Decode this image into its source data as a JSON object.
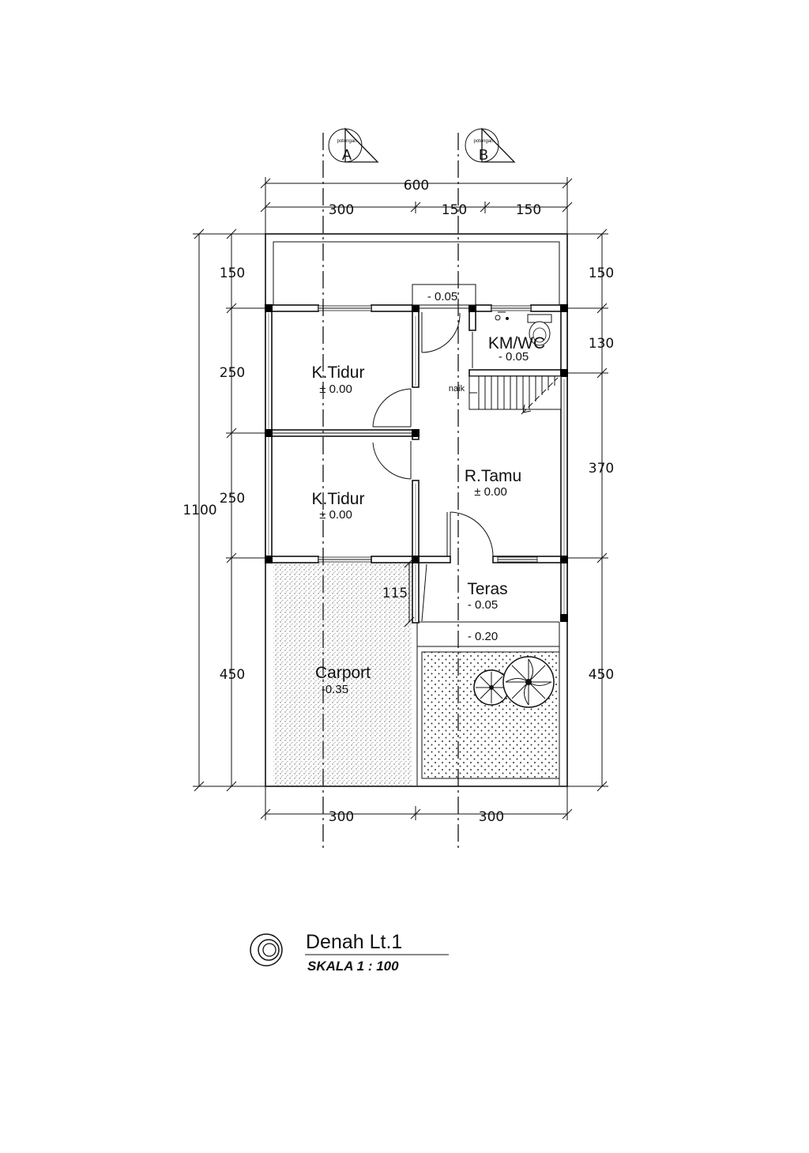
{
  "section_markers": [
    {
      "small_label": "potongan",
      "letter": "A"
    },
    {
      "small_label": "potongan",
      "letter": "B"
    }
  ],
  "dimensions": {
    "top_total": "600",
    "top_parts": [
      "300",
      "150",
      "150"
    ],
    "bottom_parts": [
      "300",
      "300"
    ],
    "left_total": "1100",
    "left_parts": [
      "150",
      "250",
      "250",
      "450"
    ],
    "right_parts": [
      "150",
      "130",
      "370",
      "450"
    ],
    "teras_depth": "115"
  },
  "rooms": {
    "bedroom_1": {
      "name": "K.Tidur",
      "level": "± 0.00"
    },
    "bedroom_2": {
      "name": "K.Tidur",
      "level": "± 0.00"
    },
    "bathroom": {
      "name": "KM/WC",
      "level": "- 0.05"
    },
    "living": {
      "name": "R.Tamu",
      "level": "± 0.00"
    },
    "terrace": {
      "name": "Teras",
      "level": "- 0.05"
    },
    "carport": {
      "name": "Carport",
      "level": "-0.35"
    }
  },
  "levels": {
    "back_door": "- 0.05",
    "step": "- 0.20"
  },
  "stair_label": "naik",
  "title": {
    "name": "Denah Lt.1",
    "scale": "SKALA 1 : 100"
  }
}
